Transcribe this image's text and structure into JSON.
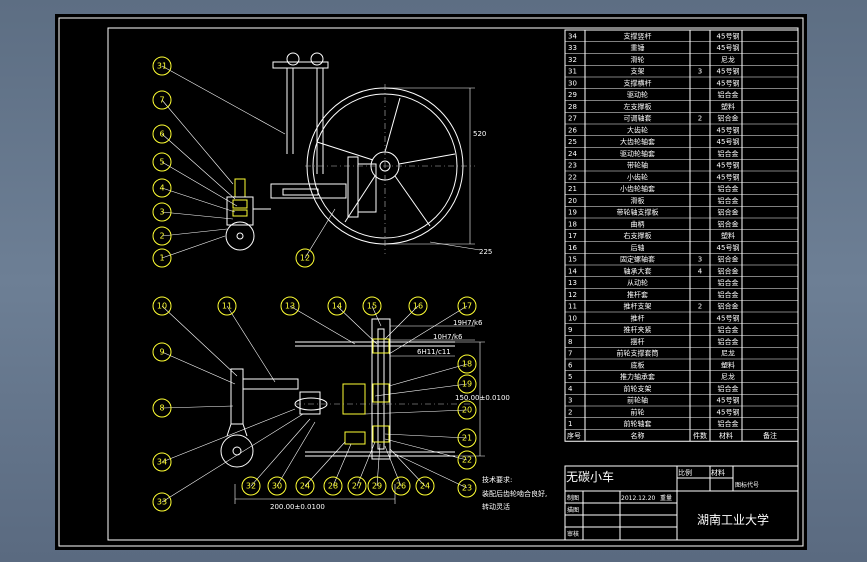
{
  "title_block": {
    "drawing_name": "无碳小车",
    "date": "2012.12.20",
    "university": "湖南工业大学",
    "label_ratio": "比例",
    "label_count": "件数",
    "label_weight": "重量",
    "label_material": "材料",
    "label_material2": "材料",
    "label_code": "图标代号",
    "label_draw": "制图",
    "label_check": "描图",
    "label_review": "审核"
  },
  "bom_header": {
    "seq": "序号",
    "name": "名称",
    "qty": "件数",
    "material": "材料",
    "remark": "备注"
  },
  "bom": [
    {
      "n": "34",
      "name": "支撑竖杆",
      "q": "",
      "m": "45号钢"
    },
    {
      "n": "33",
      "name": "重锤",
      "q": "",
      "m": "45号钢"
    },
    {
      "n": "32",
      "name": "滑轮",
      "q": "",
      "m": "尼龙"
    },
    {
      "n": "31",
      "name": "支架",
      "q": "3",
      "m": "45号钢"
    },
    {
      "n": "30",
      "name": "支撑横杆",
      "q": "",
      "m": "45号钢"
    },
    {
      "n": "29",
      "name": "驱动轮",
      "q": "",
      "m": "铝合金"
    },
    {
      "n": "28",
      "name": "左支撑板",
      "q": "",
      "m": "塑料"
    },
    {
      "n": "27",
      "name": "可调轴套",
      "q": "2",
      "m": "铝合金"
    },
    {
      "n": "26",
      "name": "大齿轮",
      "q": "",
      "m": "45号钢"
    },
    {
      "n": "25",
      "name": "大齿轮轴套",
      "q": "",
      "m": "45号钢"
    },
    {
      "n": "24",
      "name": "驱动轮轴套",
      "q": "",
      "m": "铝合金"
    },
    {
      "n": "23",
      "name": "带轮轴",
      "q": "",
      "m": "45号钢"
    },
    {
      "n": "22",
      "name": "小齿轮",
      "q": "",
      "m": "45号钢"
    },
    {
      "n": "21",
      "name": "小齿轮轴套",
      "q": "",
      "m": "铝合金"
    },
    {
      "n": "20",
      "name": "滑板",
      "q": "",
      "m": "铝合金"
    },
    {
      "n": "19",
      "name": "带轮轴支撑板",
      "q": "",
      "m": "铝合金"
    },
    {
      "n": "18",
      "name": "曲柄",
      "q": "",
      "m": "铝合金"
    },
    {
      "n": "17",
      "name": "右支撑板",
      "q": "",
      "m": "塑料"
    },
    {
      "n": "16",
      "name": "后轴",
      "q": "",
      "m": "45号钢"
    },
    {
      "n": "15",
      "name": "固定螺轴套",
      "q": "3",
      "m": "铝合金"
    },
    {
      "n": "14",
      "name": "轴承大套",
      "q": "4",
      "m": "铝合金"
    },
    {
      "n": "13",
      "name": "从动轮",
      "q": "",
      "m": "铝合金"
    },
    {
      "n": "12",
      "name": "推杆套",
      "q": "",
      "m": "铝合金"
    },
    {
      "n": "11",
      "name": "推杆支架",
      "q": "2",
      "m": "铝合金"
    },
    {
      "n": "10",
      "name": "推杆",
      "q": "",
      "m": "45号钢"
    },
    {
      "n": "9",
      "name": "推杆夹紧",
      "q": "",
      "m": "铝合金"
    },
    {
      "n": "8",
      "name": "摆杆",
      "q": "",
      "m": "铝合金"
    },
    {
      "n": "7",
      "name": "前轮支撑套筒",
      "q": "",
      "m": "尼龙"
    },
    {
      "n": "6",
      "name": "底板",
      "q": "",
      "m": "塑料"
    },
    {
      "n": "5",
      "name": "推力轴承套",
      "q": "",
      "m": "尼龙"
    },
    {
      "n": "4",
      "name": "前轮支架",
      "q": "",
      "m": "铝合金"
    },
    {
      "n": "3",
      "name": "前轮轴",
      "q": "",
      "m": "45号钢"
    },
    {
      "n": "2",
      "name": "前轮",
      "q": "",
      "m": "45号钢"
    },
    {
      "n": "1",
      "name": "前轮轴套",
      "q": "",
      "m": "铝合金"
    }
  ],
  "tech_notes": {
    "title": "技术要求:",
    "line1": "装配后齿轮啮合良好,",
    "line2": "转动灵活"
  },
  "dimensions": {
    "d520": "520",
    "d225": "225",
    "d200": "200.00±0.0100",
    "d150": "150.00±0.0100",
    "fit1": "19H7/k6",
    "fit2": "10H7/k6",
    "fit3": "6H11/c11"
  },
  "balloons_top": [
    "31",
    "7",
    "6",
    "5",
    "4",
    "3",
    "2",
    "1",
    "12"
  ],
  "balloons_bottom": [
    "10",
    "11",
    "13",
    "14",
    "15",
    "16",
    "17",
    "9",
    "8",
    "18",
    "19",
    "20",
    "21",
    "22",
    "34",
    "33",
    "32",
    "30",
    "24",
    "28",
    "27",
    "29",
    "26",
    "24",
    "23"
  ]
}
